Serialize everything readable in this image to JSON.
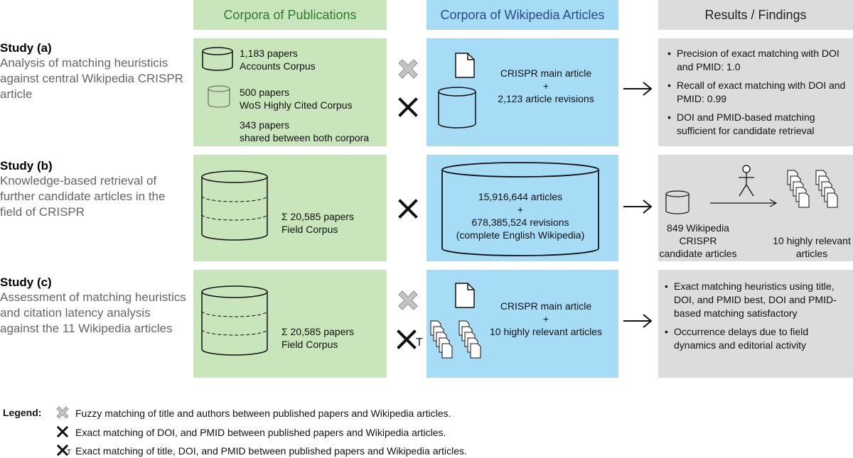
{
  "headers": {
    "publications": "Corpora of Publications",
    "wikipedia": "Corpora of Wikipedia Articles",
    "results": "Results / Findings"
  },
  "studies": [
    {
      "title": "Study (a)",
      "desc": "Analysis of matching heuristicis against central Wikipedia CRISPR article",
      "pub": [
        {
          "count": "1,183 papers",
          "name": "Accounts Corpus"
        },
        {
          "count": "500 papers",
          "name": "WoS Highly Cited Corpus"
        },
        {
          "count": "343 papers",
          "name": "shared between both corpora"
        }
      ],
      "wiki": {
        "line1": "CRISPR main article",
        "plus": "+",
        "line2": "2,123 article revisions"
      },
      "results": [
        "Precision of exact matching with DOI and PMID: 1.0",
        "Recall of exact matching with DOI and PMID: 0.99",
        "DOI and PMID-based matching sufficient for candidate retrieval"
      ]
    },
    {
      "title": "Study (b)",
      "desc": "Knowledge-based retrieval of further candidate articles in the field of CRISPR",
      "pub": {
        "count": "Σ 20,585 papers",
        "name": "Field Corpus"
      },
      "wiki": {
        "line1": "15,916,644 articles",
        "plus": "+",
        "line2": "678,385,524 revisions",
        "line3": "(complete English Wikipedia)"
      },
      "results": {
        "left": "849 Wikipedia CRISPR candidate articles",
        "right": "10 highly relevant articles"
      }
    },
    {
      "title": "Study (c)",
      "desc": "Assessment of matching heuristics and citation latency analysis against the 11 Wikipedia articles",
      "pub": {
        "count": "Σ 20,585 papers",
        "name": "Field Corpus"
      },
      "wiki": {
        "line1": "CRISPR main article",
        "plus": "+",
        "line2": "10 highly relevant articles"
      },
      "results": [
        "Exact matching heuristics using title, DOI, and PMID best, DOI and PMID-based matching satisfactory",
        "Occurrence delays due to field dynamics and editorial activity"
      ]
    }
  ],
  "exact_subscript": "T",
  "legend": {
    "title": "Legend:",
    "fuzzy": "Fuzzy matching of title and authors between published papers and Wikipedia articles.",
    "exact": "Exact matching of DOI, and PMID between published papers and Wikipedia articles.",
    "exact_t": "Exact matching of title, DOI, and PMID between published papers and Wikipedia articles."
  },
  "colors": {
    "green_cell": "#c9e5bc",
    "blue_cell": "#a6dcf6",
    "grey_cell": "#dcdcdc",
    "header_green_text": "#2f7a2f",
    "header_blue_text": "#2b4a8a"
  }
}
